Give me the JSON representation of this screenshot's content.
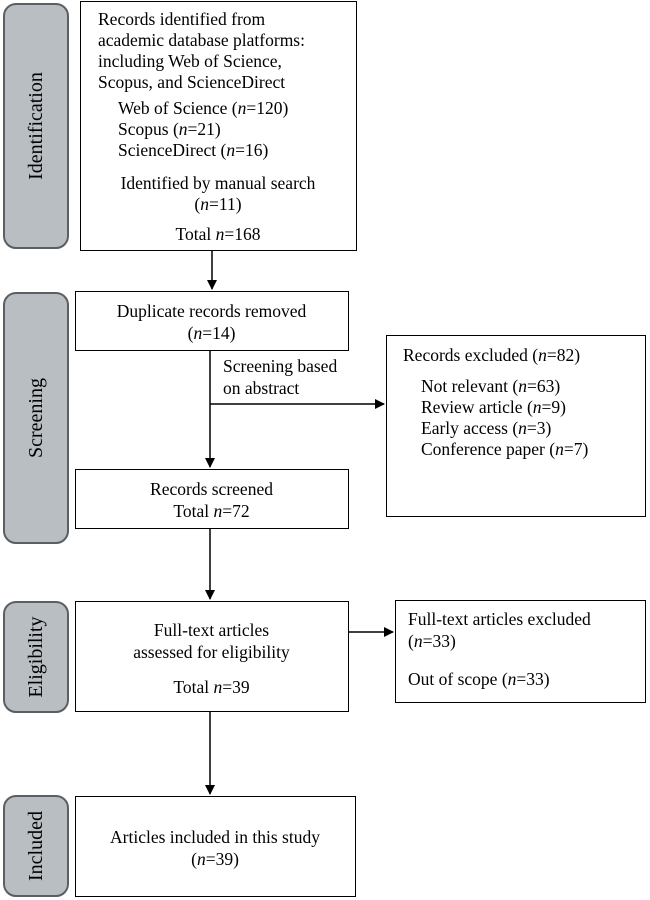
{
  "phases": {
    "identification": "Identification",
    "screening": "Screening",
    "eligibility": "Eligibility",
    "included": "Included"
  },
  "identification_box": {
    "intro": [
      "Records identified from",
      "academic database platforms:",
      "including Web of Science,",
      "Scopus, and ScienceDirect"
    ],
    "sources": [
      {
        "name": "Web of Science",
        "n": "120"
      },
      {
        "name": "Scopus",
        "n": "21"
      },
      {
        "name": "ScienceDirect",
        "n": "16"
      }
    ],
    "manual_label": "Identified by manual search",
    "manual_n": "11",
    "total_label": "Total",
    "total_n": "168"
  },
  "duplicates_box": {
    "label": "Duplicate records removed",
    "n": "14"
  },
  "screening_note": [
    "Screening based",
    "on abstract"
  ],
  "excluded_box": {
    "label": "Records excluded",
    "n": "82",
    "reasons": [
      {
        "name": "Not relevant",
        "n": "63"
      },
      {
        "name": "Review article",
        "n": "9"
      },
      {
        "name": "Early access",
        "n": "3"
      },
      {
        "name": "Conference paper",
        "n": "7"
      }
    ]
  },
  "screened_box": {
    "label": "Records screened",
    "total_label": "Total",
    "total_n": "72"
  },
  "fulltext_box": {
    "label": [
      "Full-text articles",
      "assessed for eligibility"
    ],
    "total_label": "Total",
    "total_n": "39"
  },
  "fulltext_excluded_box": {
    "label": "Full-text articles excluded",
    "n": "33",
    "reason": "Out of scope",
    "reason_n": "33"
  },
  "included_box": {
    "label": "Articles included in this study",
    "n": "39"
  },
  "colors": {
    "phase_fill": "#b9bec3",
    "phase_border": "#5b5f63",
    "box_border": "#000000"
  }
}
